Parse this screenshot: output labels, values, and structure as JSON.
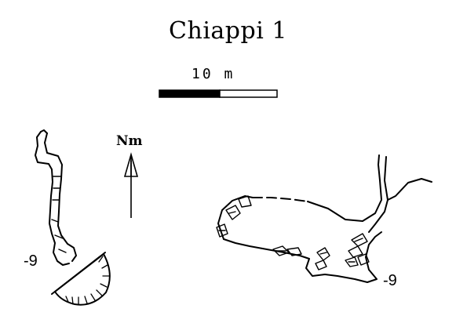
{
  "map": {
    "title": "Chiappi 1",
    "scale_bar": {
      "label": "10 m",
      "segments": 2
    },
    "north_arrow": {
      "label": "Nm"
    },
    "depth_labels": {
      "left": "-9",
      "right": "-9"
    },
    "colors": {
      "ink": "#000000",
      "paper": "#ffffff"
    }
  }
}
